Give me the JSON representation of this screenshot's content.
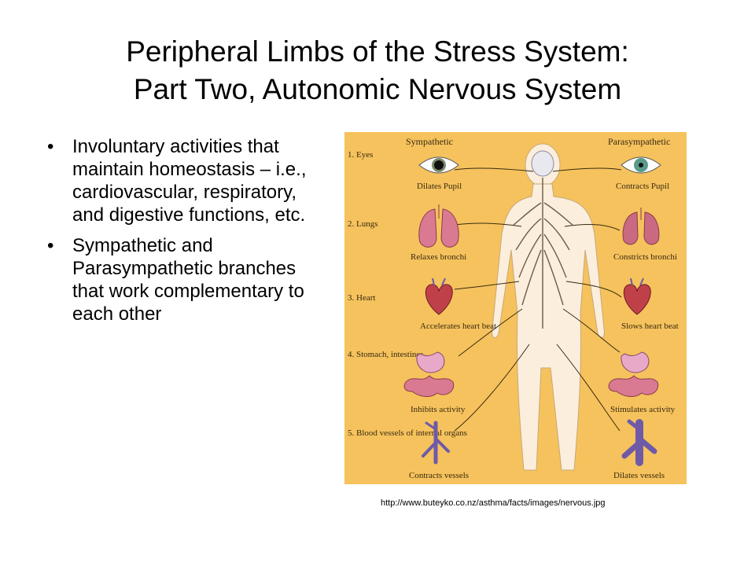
{
  "slide": {
    "title_line1": "Peripheral Limbs of the Stress System:",
    "title_line2": "Part Two, Autonomic Nervous System",
    "bullet_glyph": "•",
    "bullets": [
      "Involuntary activities that maintain homeostasis – i.e., cardiovascular, respiratory, and digestive functions, etc.",
      "Sympathetic and Parasympathetic branches that work complementary to each other"
    ],
    "caption": "http://www.buteyko.co.nz/asthma/facts/images/nervous.jpg"
  },
  "diagram": {
    "header_left": "Sympathetic",
    "header_right": "Parasympathetic",
    "organs": [
      {
        "label": "1. Eyes",
        "sym_effect": "Dilates Pupil",
        "para_effect": "Contracts Pupil"
      },
      {
        "label": "2. Lungs",
        "sym_effect": "Relaxes bronchi",
        "para_effect": "Constricts bronchi"
      },
      {
        "label": "3. Heart",
        "sym_effect": "Accelerates heart beat",
        "para_effect": "Slows heart beat"
      },
      {
        "label": "4. Stomach, intestines",
        "sym_effect": "Inhibits activity",
        "para_effect": "Stimulates activity"
      },
      {
        "label": "5. Blood vessels of internal organs",
        "sym_effect": "Contracts vessels",
        "para_effect": "Dilates vessels"
      }
    ],
    "colors": {
      "background": "#f5c25d",
      "body": "#fbeedd",
      "nerve": "#6a5a4a",
      "organ_red": "#c9506a",
      "vessel": "#6f5aa8"
    }
  }
}
